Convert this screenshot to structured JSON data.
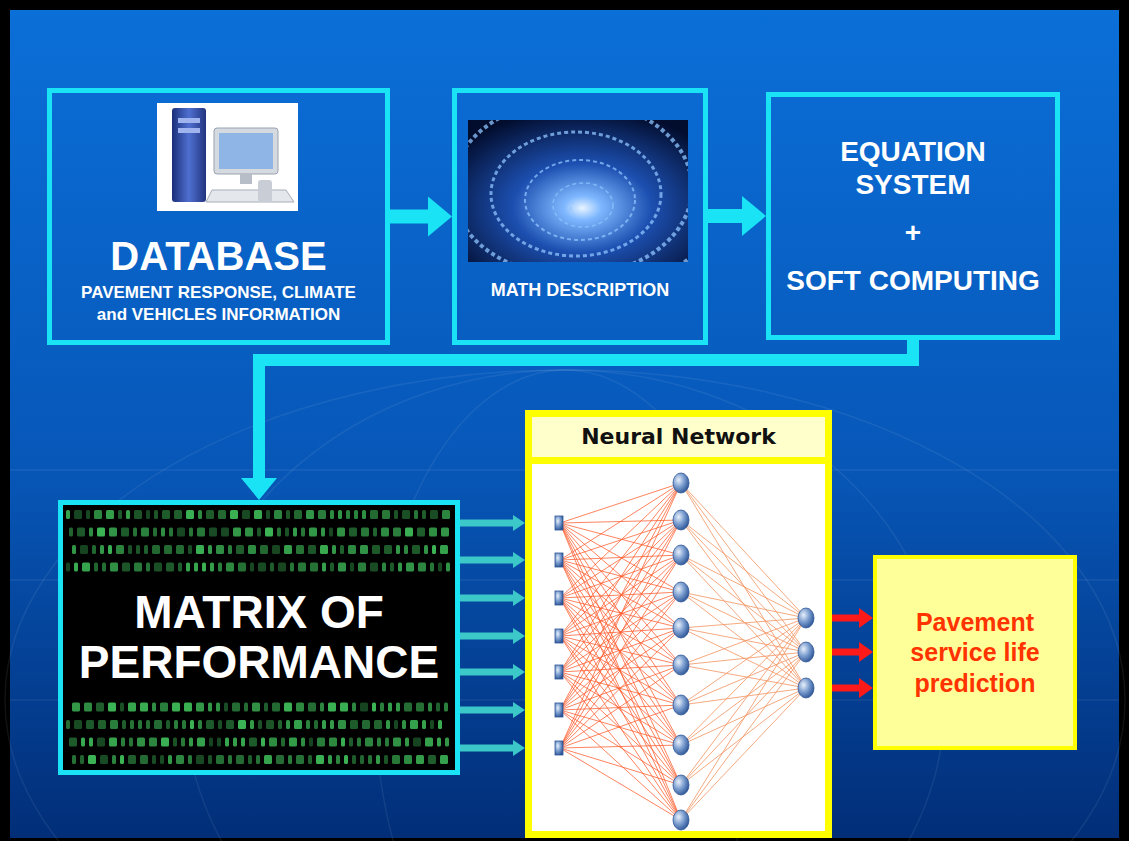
{
  "diagram": {
    "nodes": [
      {
        "text": [
          "DATABASE",
          "PAVEMENT RESPONSE, CLIMATE and VEHICLES INFORMATION"
        ]
      },
      {
        "text": [
          "MATH DESCRIPTION"
        ]
      },
      {
        "text": [
          "EQUATION SYSTEM",
          "+",
          "SOFT COMPUTING"
        ]
      },
      {
        "text": [
          "MATRIX OF PERFORMANCE"
        ]
      },
      {
        "text": [
          "Neural Network"
        ]
      },
      {
        "text": [
          "Pavement service life prediction"
        ]
      }
    ],
    "edges": [
      {
        "from": 0,
        "to": 1,
        "arrow": "to"
      },
      {
        "from": 1,
        "to": 2,
        "arrow": "to"
      },
      {
        "from": 2,
        "to": 3,
        "arrow": "to"
      },
      {
        "from": 3,
        "to": 4,
        "arrow": "to"
      },
      {
        "from": 3,
        "to": 4,
        "arrow": "to"
      },
      {
        "from": 3,
        "to": 4,
        "arrow": "to"
      },
      {
        "from": 3,
        "to": 4,
        "arrow": "to"
      },
      {
        "from": 3,
        "to": 4,
        "arrow": "to"
      },
      {
        "from": 3,
        "to": 4,
        "arrow": "to"
      },
      {
        "from": 3,
        "to": 4,
        "arrow": "to"
      },
      {
        "from": 4,
        "to": 5,
        "arrow": "to"
      },
      {
        "from": 4,
        "to": 5,
        "arrow": "to"
      },
      {
        "from": 4,
        "to": 5,
        "arrow": "to"
      }
    ]
  }
}
